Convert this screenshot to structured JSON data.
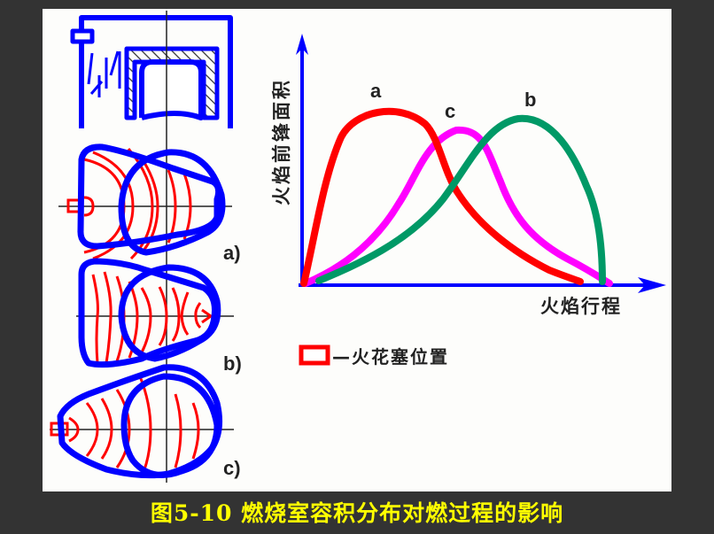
{
  "figure": {
    "caption": "图5-10 燃烧室容积分布对燃过程的影响",
    "y_axis_label": "火焰前锋面积",
    "x_axis_label": "火焰行程",
    "legend_text": "—火花塞位置",
    "curve_labels": {
      "a": "a",
      "b": "b",
      "c": "c"
    },
    "chamber_labels": [
      "a)",
      "b)",
      "c)"
    ],
    "colors": {
      "curve_a": "#ff0000",
      "curve_b": "#009966",
      "curve_c": "#ff00ff",
      "axis": "#0000ff",
      "outline": "#0000ff",
      "flame_front": "#ff0000",
      "caption": "#ffff00"
    }
  }
}
